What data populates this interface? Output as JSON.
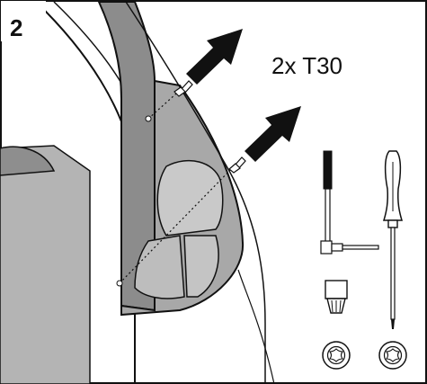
{
  "step": {
    "number": "2"
  },
  "callout": {
    "text": "2x T30"
  },
  "colors": {
    "outline": "#111111",
    "door_panel": "#a8a8a8",
    "pillar": "#8c8c8c",
    "lamp": "#bdbdbd",
    "arrow": "#111111"
  },
  "parts": {
    "screws": 2,
    "arrows": 2,
    "tools": [
      "t-handle-socket-driver",
      "socket-bit",
      "screwdriver"
    ],
    "torx_symbols": 2
  }
}
